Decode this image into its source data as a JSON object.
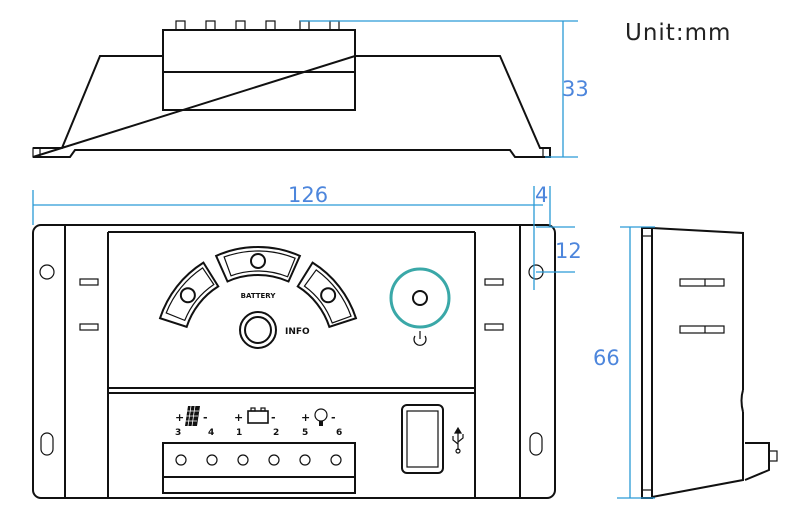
{
  "unit_label": "Unit:mm",
  "dimensions": {
    "height_top_view": "33",
    "width": "126",
    "ear_width": "4",
    "hole_offset": "12",
    "height_side_view": "66"
  },
  "panel": {
    "battery_label": "BATTERY",
    "info_label": "INFO"
  },
  "terminals": {
    "plus": "+",
    "minus": "-",
    "solar_plus": "3",
    "solar_minus": "4",
    "battery_plus": "1",
    "battery_minus": "2",
    "load_plus": "5",
    "load_minus": "6"
  },
  "colors": {
    "dimension": "#2a9ad6",
    "power_ring": "#3aa8a8"
  }
}
